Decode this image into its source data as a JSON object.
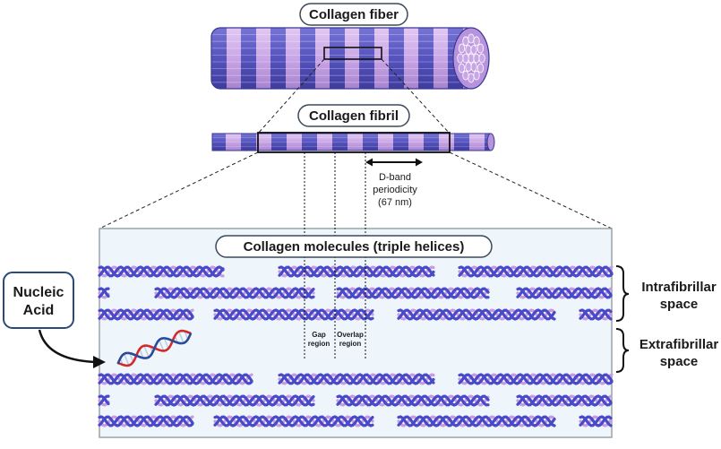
{
  "labels": {
    "fiber": "Collagen fiber",
    "fibril": "Collagen fibril",
    "molecules": "Collagen molecules (triple helices)",
    "nucleic_line1": "Nucleic",
    "nucleic_line2": "Acid",
    "dband_line1": "D-band",
    "dband_line2": "periodicity",
    "dband_line3": "(67 nm)",
    "gap_line1": "Gap",
    "gap_line2": "region",
    "overlap_line1": "Overlap",
    "overlap_line2": "region",
    "intra_line1": "Intrafibrillar",
    "intra_line2": "space",
    "extra_line1": "Extrafibrillar",
    "extra_line2": "space"
  },
  "colors": {
    "band_dark": "#5553bd",
    "band_light": "#c9a6e6",
    "helix_dark": "#4a4ac8",
    "helix_light": "#c79be0",
    "panel_bg": "#eef6fb",
    "panel_border": "#9aa3a8",
    "dna_red": "#d42a2a",
    "dna_blue": "#2a4a9a"
  }
}
